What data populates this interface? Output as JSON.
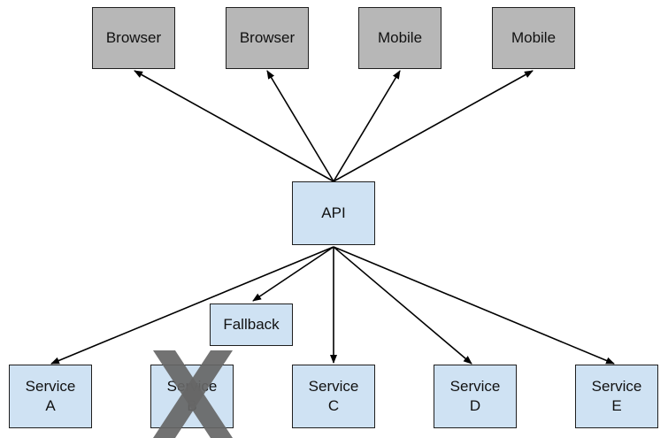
{
  "colors": {
    "client_fill": "#b7b7b7",
    "service_fill": "#cfe2f3",
    "border": "#1f1f1f",
    "arrow": "#000000",
    "x_mark": "#666666"
  },
  "clients": [
    {
      "label": "Browser"
    },
    {
      "label": "Browser"
    },
    {
      "label": "Mobile"
    },
    {
      "label": "Mobile"
    }
  ],
  "api": {
    "label": "API"
  },
  "fallback": {
    "label": "Fallback"
  },
  "services": [
    {
      "line1": "Service",
      "line2": "A"
    },
    {
      "line1": "Service",
      "line2": "B",
      "failed": true
    },
    {
      "line1": "Service",
      "line2": "C"
    },
    {
      "line1": "Service",
      "line2": "D"
    },
    {
      "line1": "Service",
      "line2": "E"
    }
  ],
  "icons": {
    "failure": "x-mark-icon"
  }
}
